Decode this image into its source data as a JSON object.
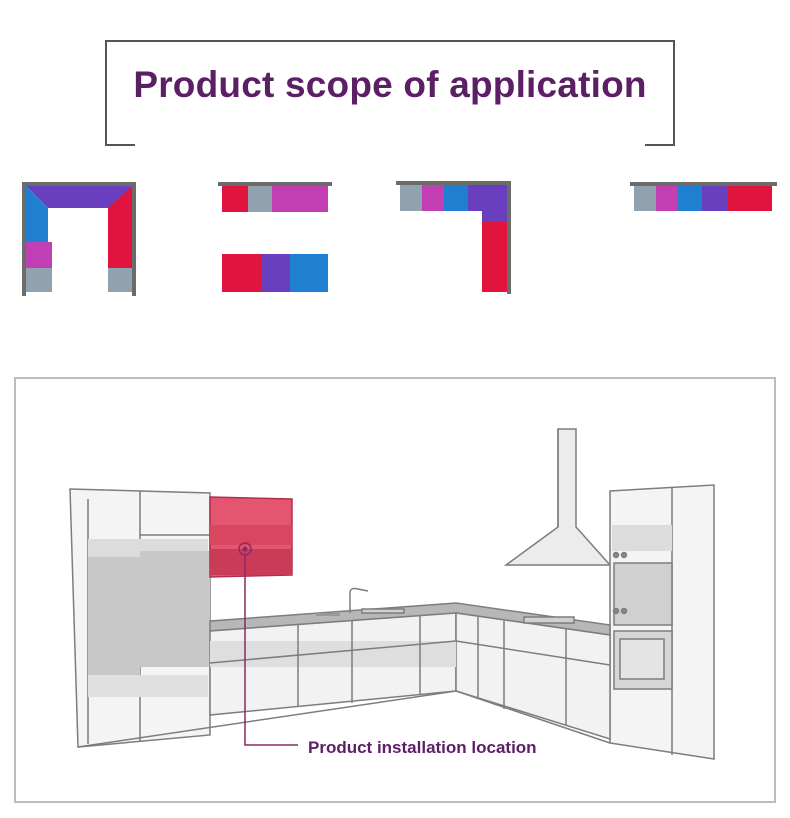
{
  "header": {
    "title": "Product scope of application"
  },
  "colors": {
    "title": "#5c1f66",
    "counter": "#6b6b6b",
    "gray_cabinet": "#8fa2ae",
    "blue": "#1f7fd1",
    "purple": "#6a3fbf",
    "magenta": "#c13fb3",
    "red": "#e0143c",
    "highlight": "#e4566f",
    "line": "#8a2a63"
  },
  "layouts": [
    {
      "name": "u-shape-layout"
    },
    {
      "name": "parallel-layout"
    },
    {
      "name": "l-shape-layout"
    },
    {
      "name": "straight-layout"
    }
  ],
  "kitchen": {
    "annotation": "Product installation location"
  }
}
